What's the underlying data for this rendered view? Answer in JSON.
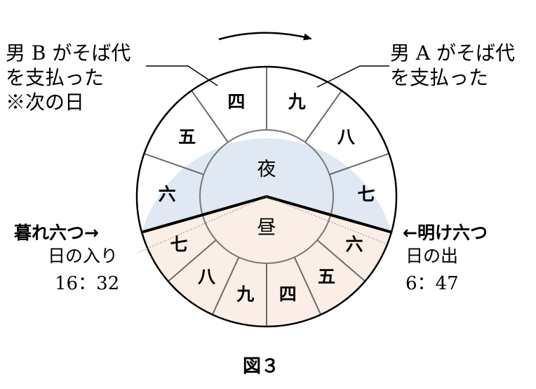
{
  "annotations": {
    "man_b_line1": "男 B がそば代",
    "man_b_line2": "を支払った",
    "man_b_line3": "※次の日",
    "man_a_line1": "男 A がそば代",
    "man_a_line2": "を支払った",
    "kure_label": "暮れ六つ→",
    "kure_sub": "日の入り",
    "kure_time": "16：32",
    "ake_label": "←明け六つ",
    "ake_sub": "日の出",
    "ake_time": "6：47"
  },
  "clock": {
    "night_label": "夜",
    "day_label": "昼",
    "night_segments": [
      "六",
      "五",
      "四",
      "九",
      "八",
      "七"
    ],
    "day_segments": [
      "七",
      "八",
      "九",
      "四",
      "五",
      "六"
    ],
    "night_color": "#dfe8f3",
    "day_color": "#fbeee6"
  },
  "caption": "図３"
}
